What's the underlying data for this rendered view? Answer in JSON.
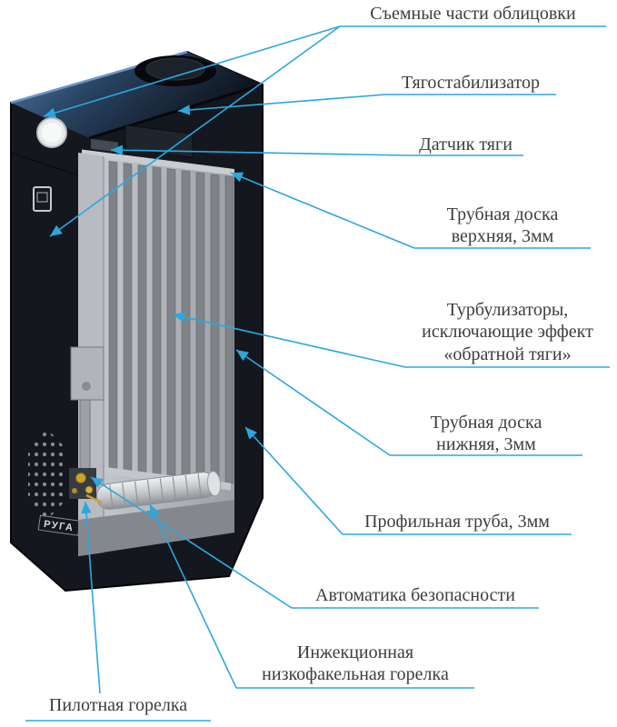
{
  "figure": {
    "brand": "РУГА",
    "colors": {
      "leader": "#2BA7DF",
      "label_text": "#3D3D3D",
      "casing": "#14171D",
      "interior": "#B9BCC0",
      "top_face": "#3A5D86"
    },
    "labels": [
      {
        "id": "removable-cladding",
        "lines": [
          "Съемные части облицовки"
        ]
      },
      {
        "id": "draft-stabilizer",
        "lines": [
          "Тягостабилизатор"
        ]
      },
      {
        "id": "draft-sensor",
        "lines": [
          "Датчик тяги"
        ]
      },
      {
        "id": "upper-tube-plate",
        "lines": [
          "Трубная доска",
          "верхняя, 3мм"
        ]
      },
      {
        "id": "turbulators",
        "lines": [
          "Турбулизаторы,",
          "исключающие эффект",
          "«обратной тяги»"
        ]
      },
      {
        "id": "lower-tube-plate",
        "lines": [
          "Трубная доска",
          "нижняя, 3мм"
        ]
      },
      {
        "id": "profile-tube",
        "lines": [
          "Профильная труба, 3мм"
        ]
      },
      {
        "id": "safety-automatics",
        "lines": [
          "Автоматика безопасности"
        ]
      },
      {
        "id": "injection-burner",
        "lines": [
          "Инжекционная",
          "низкофакельная горелка"
        ]
      },
      {
        "id": "pilot-burner",
        "lines": [
          "Пилотная горелка"
        ]
      }
    ]
  }
}
